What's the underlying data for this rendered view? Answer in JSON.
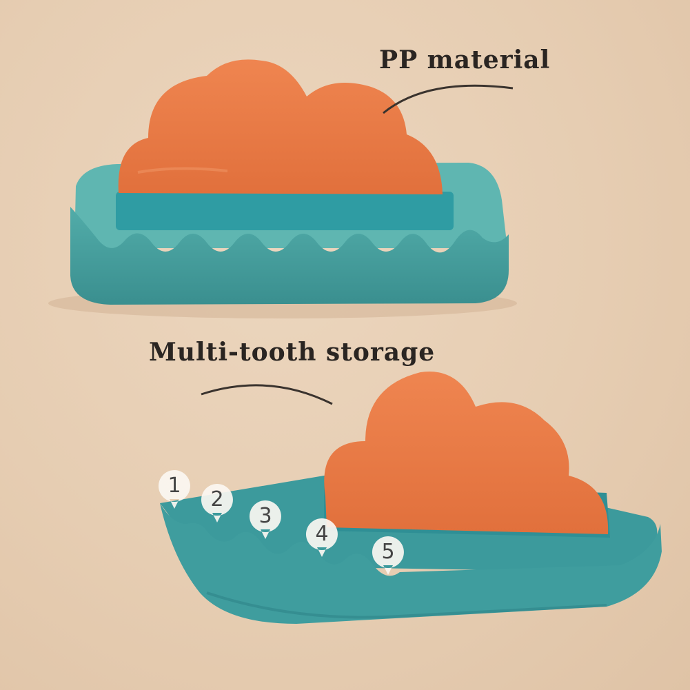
{
  "labels": {
    "material": "PP material",
    "storage": "Multi-tooth storage"
  },
  "teeth": [
    "1",
    "2",
    "3",
    "4",
    "5"
  ],
  "colors": {
    "background": "#e7cfb5",
    "cloud": "#e97a45",
    "tray": "#3d9a9d",
    "tray_light": "#5fb3b0",
    "ink": "#2a2522"
  }
}
